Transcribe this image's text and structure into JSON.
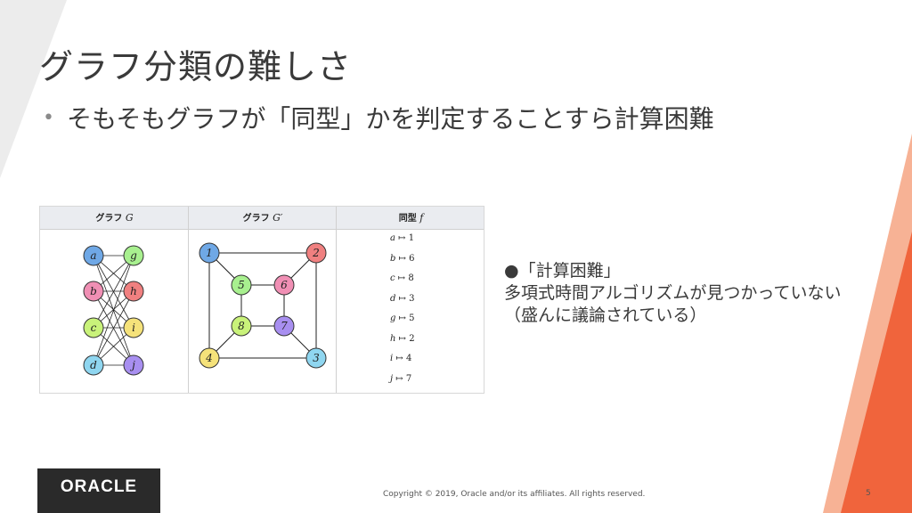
{
  "slide": {
    "title": "グラフ分類の難しさ",
    "bullet": "そもそもグラフが「同型」かを判定することすら計算困難",
    "bullet_marker": "•",
    "note_lines": [
      "●「計算困難」",
      "多項式時間アルゴリズムが見つかっていない",
      "（盛んに議論されている）"
    ]
  },
  "table": {
    "col1_header": "グラフ",
    "col1_symbol": "G",
    "col2_header": "グラフ",
    "col2_symbol": "G′",
    "col3_header": "同型",
    "col3_symbol": "f",
    "mappings": [
      {
        "from": "a",
        "to": "1"
      },
      {
        "from": "b",
        "to": "6"
      },
      {
        "from": "c",
        "to": "8"
      },
      {
        "from": "d",
        "to": "3"
      },
      {
        "from": "g",
        "to": "5"
      },
      {
        "from": "h",
        "to": "2"
      },
      {
        "from": "i",
        "to": "4"
      },
      {
        "from": "j",
        "to": "7"
      }
    ]
  },
  "graph_g": {
    "left_nodes": [
      {
        "label": "a",
        "color": "#6fa8e6"
      },
      {
        "label": "b",
        "color": "#f08fb4"
      },
      {
        "label": "c",
        "color": "#c9f27a"
      },
      {
        "label": "d",
        "color": "#8fd6f0"
      }
    ],
    "right_nodes": [
      {
        "label": "g",
        "color": "#a8f08f"
      },
      {
        "label": "h",
        "color": "#f08080"
      },
      {
        "label": "i",
        "color": "#f5e27a"
      },
      {
        "label": "j",
        "color": "#a88ff0"
      }
    ]
  },
  "graph_g2": {
    "nodes": [
      {
        "label": "1",
        "color": "#6fa8e6"
      },
      {
        "label": "2",
        "color": "#f08080"
      },
      {
        "label": "3",
        "color": "#8fd6f0"
      },
      {
        "label": "4",
        "color": "#f5e27a"
      },
      {
        "label": "5",
        "color": "#a8f08f"
      },
      {
        "label": "6",
        "color": "#f08fb4"
      },
      {
        "label": "7",
        "color": "#a88ff0"
      },
      {
        "label": "8",
        "color": "#c9f27a"
      }
    ]
  },
  "footer": {
    "logo": "ORACLE",
    "copyright": "Copyright © 2019, Oracle and/or its affiliates. All rights reserved.",
    "page_number": "5"
  },
  "colors": {
    "accent_orange": "#f0643c",
    "accent_light": "#f7b295",
    "table_header_bg": "#eaecf0"
  }
}
